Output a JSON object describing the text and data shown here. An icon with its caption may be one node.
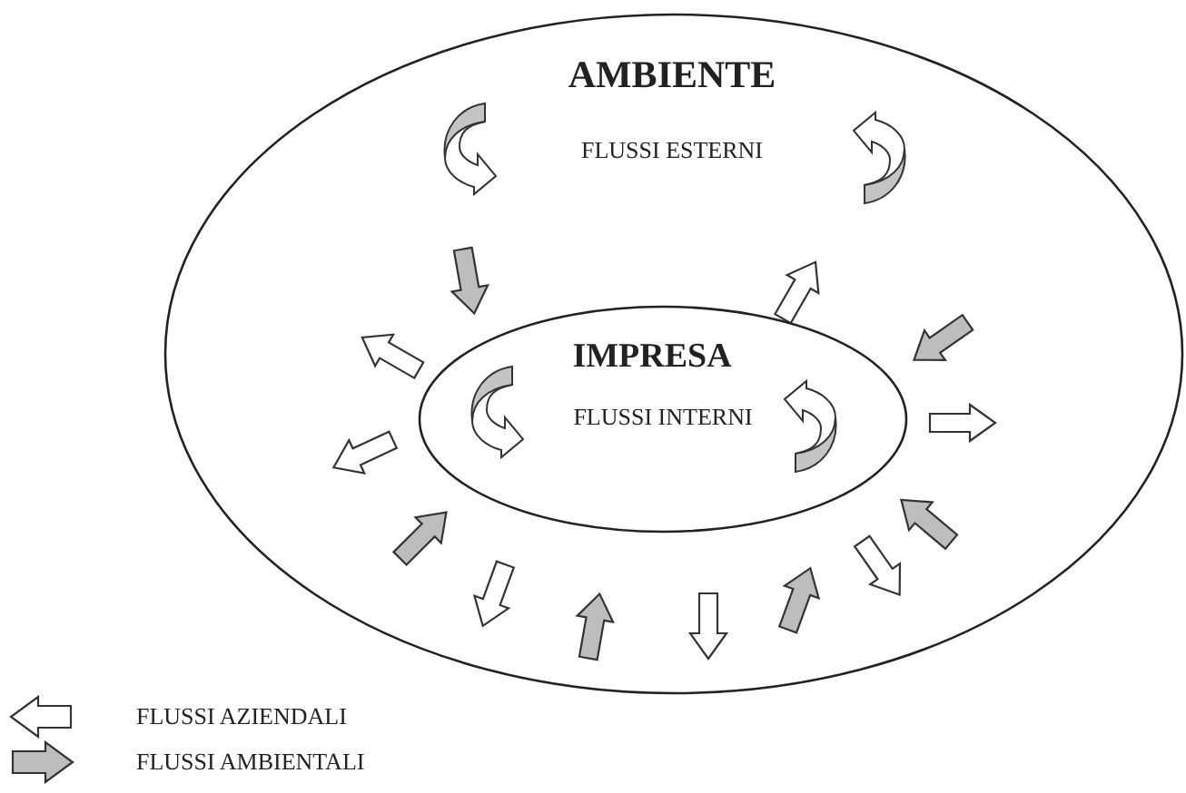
{
  "diagram": {
    "nodes": [
      {
        "text": [
          "AMBIENTE",
          "FLUSSI ESTERNI"
        ]
      },
      {
        "text": [
          "IMPRESA",
          "FLUSSI INTERNI"
        ],
        "in": 0
      }
    ],
    "legend": [
      {
        "text": "FLUSSI AZIENDALI"
      },
      {
        "text": "FLUSSI AMBIENTALI"
      }
    ]
  }
}
